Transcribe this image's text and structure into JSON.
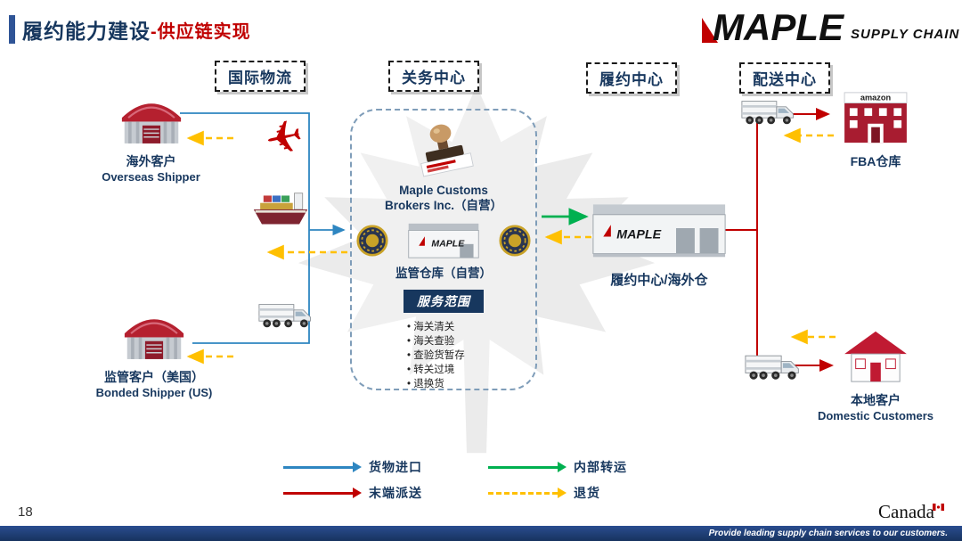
{
  "header": {
    "title_main": "履约能力建设",
    "title_sub": "-供应链实现",
    "logo_brand": "MAPLE",
    "logo_tagline": "SUPPLY CHAIN",
    "accent_color": "#2F5496"
  },
  "columns": [
    {
      "label": "国际物流"
    },
    {
      "label": "关务中心"
    },
    {
      "label": "履约中心"
    },
    {
      "label": "配送中心"
    }
  ],
  "nodes": {
    "overseas_shipper": {
      "label_cn": "海外客户",
      "label_en": "Overseas Shipper"
    },
    "bonded_shipper": {
      "label_cn": "监管客户（美国）",
      "label_en": "Bonded Shipper (US)"
    },
    "customs": {
      "brokers_line1": "Maple Customs",
      "brokers_line2": "Brokers Inc.（自营）",
      "warehouse_label": "监管仓库（自营）",
      "warehouse_brand": "MAPLE",
      "scope_title": "服务范围",
      "services": [
        "海关清关",
        "海关查验",
        "查验货暂存",
        "转关过境",
        "退换货"
      ]
    },
    "fulfillment": {
      "label": "履约中心/海外仓",
      "building_brand": "MAPLE"
    },
    "fba": {
      "label": "FBA仓库",
      "brand": "amazon"
    },
    "domestic": {
      "label_cn": "本地客户",
      "label_en": "Domestic Customers"
    }
  },
  "legend": [
    {
      "label": "货物进口",
      "color": "#2E86C1",
      "dashed": false
    },
    {
      "label": "内部转运",
      "color": "#00B050",
      "dashed": false
    },
    {
      "label": "末端派送",
      "color": "#C00000",
      "dashed": false
    },
    {
      "label": "退货",
      "color": "#FFC000",
      "dashed": true
    }
  ],
  "flows": {
    "import_color": "#2E86C1",
    "transfer_color": "#00B050",
    "delivery_color": "#C00000",
    "return_color": "#FFC000"
  },
  "footer": {
    "page_number": "18",
    "canada_wordmark": "Canada",
    "tagline": "Provide leading supply chain services to our customers.",
    "bar_color": "#1F3864"
  }
}
